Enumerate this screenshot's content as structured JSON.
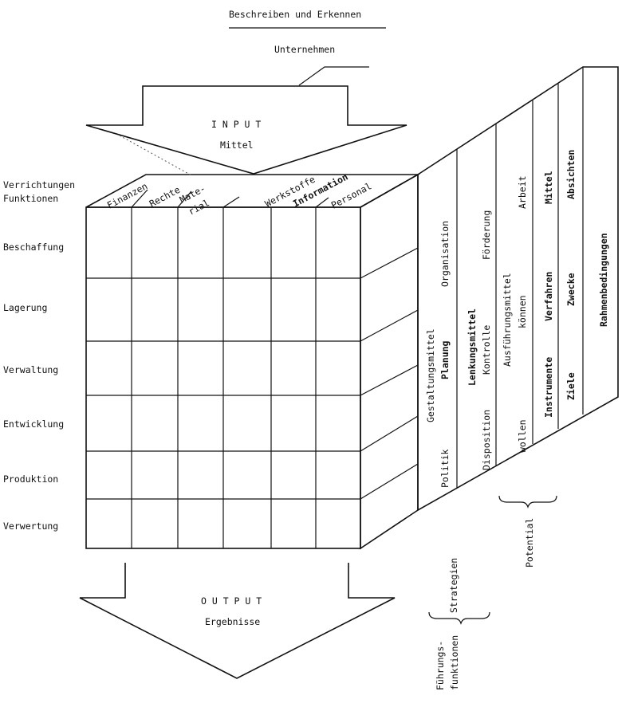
{
  "title": "Beschreiben und Erkennen",
  "unternehmen": "Unternehmen",
  "input": {
    "heading": "I N P U T",
    "sub": "Mittel"
  },
  "output": {
    "heading": "O U T P U T",
    "sub": "Ergebnisse"
  },
  "functions_header": [
    "Verrichtungen",
    "Funktionen"
  ],
  "rows": [
    "Beschaffung",
    "Lagerung",
    "Verwaltung",
    "Entwicklung",
    "Produktion",
    "Verwertung"
  ],
  "columns": [
    "Finanzen",
    "Rechte",
    "Mate-",
    "rial",
    "Werkstoffe",
    "Information",
    "Personal"
  ],
  "side": {
    "col1": [
      "Politik",
      "Gestaltungsmittel",
      "Planung",
      "Organisation"
    ],
    "col2": [
      "Disposition",
      "Lenkungsmittel",
      "Kontrolle",
      "Förderung"
    ],
    "col3": [
      "wollen",
      "Ausführungsmittel",
      "können",
      "Arbeit"
    ],
    "col4": [
      "Instrumente",
      "Verfahren",
      "Mittel"
    ],
    "col5": [
      "Ziele",
      "Zwecke",
      "Absichten"
    ],
    "col6": [
      "Rahmenbedingungen"
    ]
  },
  "brackets": {
    "potential": "Potential",
    "strategien": "Strategien",
    "fuehrung": [
      "Führungs-",
      "funktionen"
    ]
  }
}
